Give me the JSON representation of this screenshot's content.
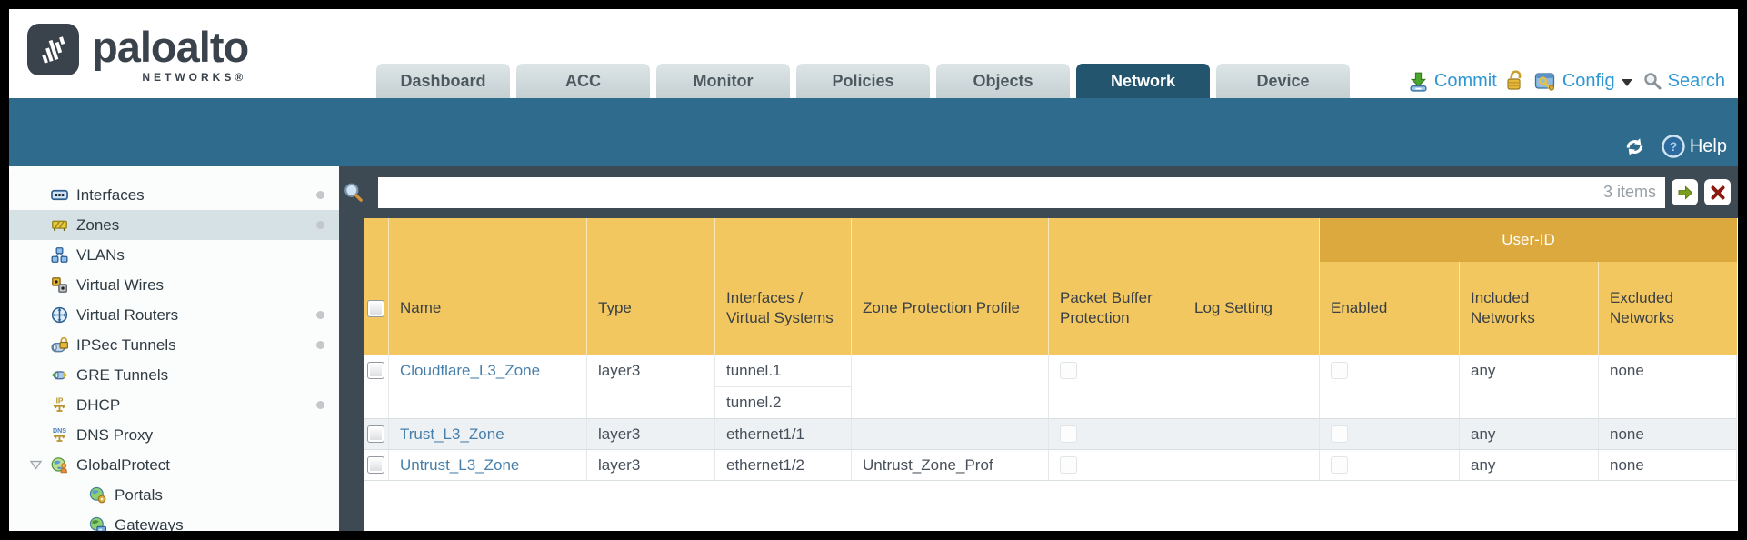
{
  "brand": {
    "word": "paloalto",
    "sub": "NETWORKS®"
  },
  "tabs": [
    {
      "label": "Dashboard",
      "active": false
    },
    {
      "label": "ACC",
      "active": false
    },
    {
      "label": "Monitor",
      "active": false
    },
    {
      "label": "Policies",
      "active": false
    },
    {
      "label": "Objects",
      "active": false
    },
    {
      "label": "Network",
      "active": true
    },
    {
      "label": "Device",
      "active": false
    }
  ],
  "utilities": {
    "commit": "Commit",
    "config": "Config",
    "search": "Search"
  },
  "band": {
    "help": "Help"
  },
  "sidebar": {
    "items": [
      {
        "label": "Interfaces",
        "icon": "interfaces-icon",
        "dot": true
      },
      {
        "label": "Zones",
        "icon": "zones-icon",
        "dot": true,
        "selected": true
      },
      {
        "label": "VLANs",
        "icon": "vlans-icon"
      },
      {
        "label": "Virtual Wires",
        "icon": "virtual-wires-icon"
      },
      {
        "label": "Virtual Routers",
        "icon": "virtual-routers-icon",
        "dot": true
      },
      {
        "label": "IPSec Tunnels",
        "icon": "ipsec-tunnels-icon",
        "dot": true
      },
      {
        "label": "GRE Tunnels",
        "icon": "gre-tunnels-icon"
      },
      {
        "label": "DHCP",
        "icon": "dhcp-icon",
        "dot": true
      },
      {
        "label": "DNS Proxy",
        "icon": "dns-proxy-icon",
        "dot": true
      },
      {
        "label": "GlobalProtect",
        "icon": "globalprotect-icon",
        "expanded": true
      },
      {
        "label": "Portals",
        "icon": "portals-icon",
        "indent": true
      },
      {
        "label": "Gateways",
        "icon": "gateways-icon",
        "indent": true
      }
    ]
  },
  "toolbar": {
    "count": "3 items"
  },
  "table": {
    "group_header": "User-ID",
    "columns": [
      "Name",
      "Type",
      "Interfaces / Virtual Systems",
      "Zone Protection Profile",
      "Packet Buffer Protection",
      "Log Setting",
      "Enabled",
      "Included Networks",
      "Excluded Networks"
    ],
    "rows": [
      {
        "name": "Cloudflare_L3_Zone",
        "type": "layer3",
        "interfaces": [
          "tunnel.1",
          "tunnel.2"
        ],
        "zone_protection_profile": "",
        "log_setting": "",
        "included_networks": "any",
        "excluded_networks": "none"
      },
      {
        "name": "Trust_L3_Zone",
        "type": "layer3",
        "interfaces": [
          "ethernet1/1"
        ],
        "zone_protection_profile": "",
        "log_setting": "",
        "included_networks": "any",
        "excluded_networks": "none"
      },
      {
        "name": "Untrust_L3_Zone",
        "type": "layer3",
        "interfaces": [
          "ethernet1/2"
        ],
        "zone_protection_profile": "Untrust_Zone_Prof",
        "log_setting": "",
        "included_networks": "any",
        "excluded_networks": "none"
      }
    ]
  },
  "colors": {
    "band_teal": "#2e6b8c",
    "active_tab": "#23566e",
    "header_gold": "#f2c75f",
    "group_gold": "#dca93e",
    "filter_bar": "#3d4a54",
    "link_blue": "#467fab",
    "utility_blue": "#2f97d1",
    "selected_row": "#d6e1e6",
    "alt_row": "#edf1f4"
  }
}
